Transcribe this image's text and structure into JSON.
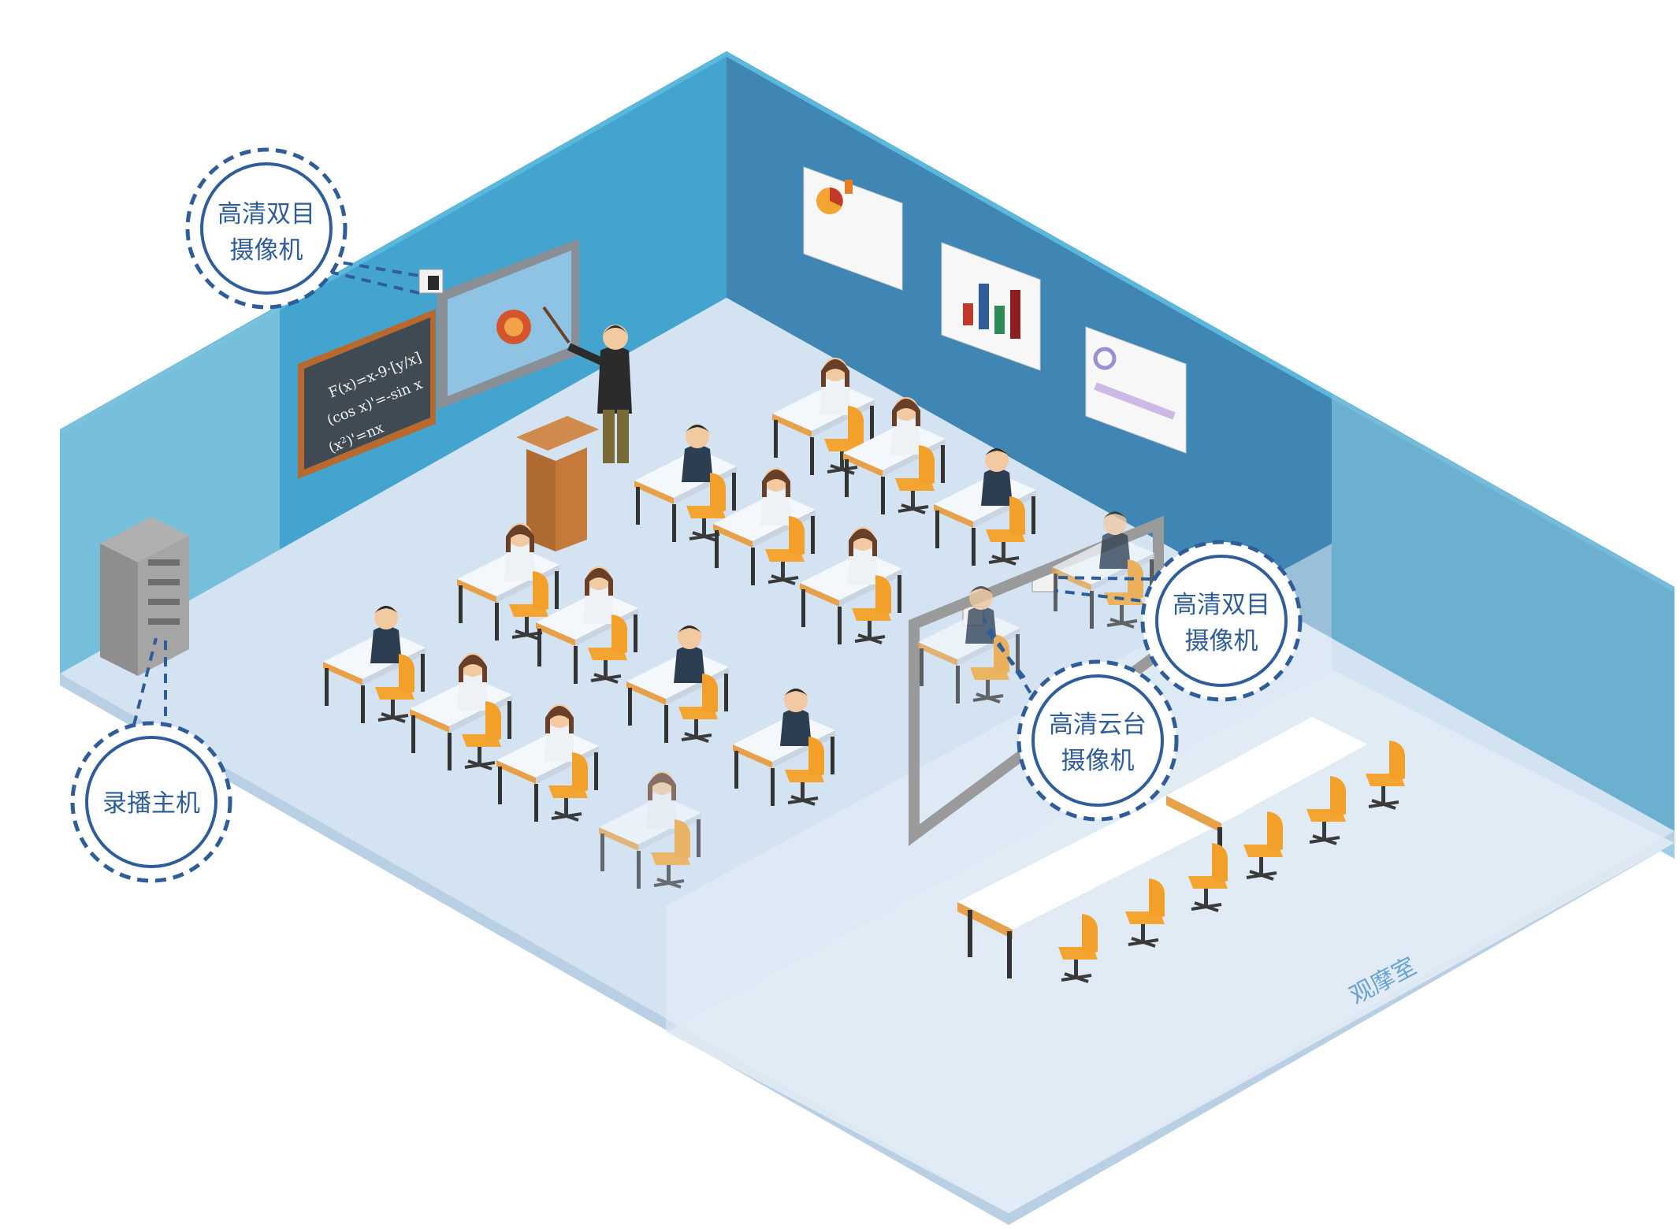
{
  "callouts": {
    "camera_top_left": {
      "line1": "高清双目",
      "line2": "摄像机"
    },
    "recorder_host": {
      "line1": "录播主机"
    },
    "camera_right": {
      "line1": "高清双目",
      "line2": "摄像机"
    },
    "ptz_camera": {
      "line1": "高清云台",
      "line2": "摄像机"
    }
  },
  "observation_room": {
    "label": "观摩室"
  },
  "blackboard": {
    "formulas": [
      "F(x)=x-9·[y/x]",
      "(cos x)'=-sin x",
      "(x²)'=nx"
    ]
  },
  "colors": {
    "wall_back_left": "#43a5cf",
    "wall_back_right": "#3f86b4",
    "floor": "#d3e3f2",
    "glass": "#e6eef7",
    "callout": "#2f5d9a",
    "chair": "#f4a531",
    "label": "#6aa3d2"
  }
}
